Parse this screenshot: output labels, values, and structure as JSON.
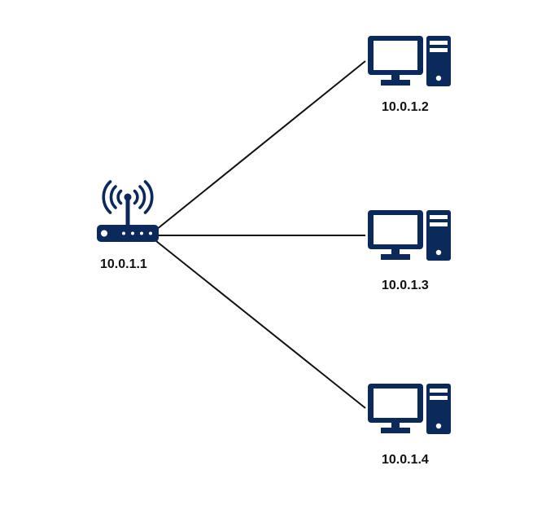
{
  "diagram": {
    "colors": {
      "device": "#0b2a5b",
      "link": "#111111",
      "background": "#ffffff"
    },
    "router": {
      "icon": "wifi-router-icon",
      "ip": "10.0.1.1"
    },
    "computers": [
      {
        "icon": "desktop-computer-icon",
        "ip": "10.0.1.2"
      },
      {
        "icon": "desktop-computer-icon",
        "ip": "10.0.1.3"
      },
      {
        "icon": "desktop-computer-icon",
        "ip": "10.0.1.4"
      }
    ]
  }
}
